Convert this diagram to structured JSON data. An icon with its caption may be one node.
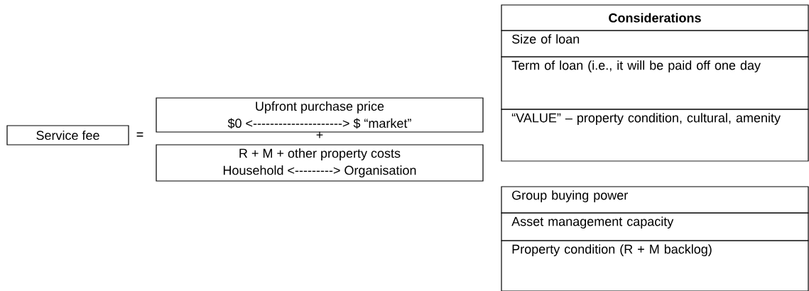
{
  "diagram": {
    "nodes": [
      {
        "text": [
          "Service fee"
        ]
      },
      {
        "text": [
          "Upfront purchase price",
          "$0 <---------------------> $ “market”"
        ]
      },
      {
        "text": [
          "R + M + other property costs",
          "Household <---------> Organisation"
        ]
      }
    ],
    "labels": [
      "Considerations",
      "Size of loan",
      "Term of loan (i.e., it will be paid off one day",
      "“VALUE” – property condition, cultural, amenity",
      "=",
      "+",
      "Group buying power",
      "Asset management capacity",
      "Property condition (R + M backlog)"
    ]
  }
}
